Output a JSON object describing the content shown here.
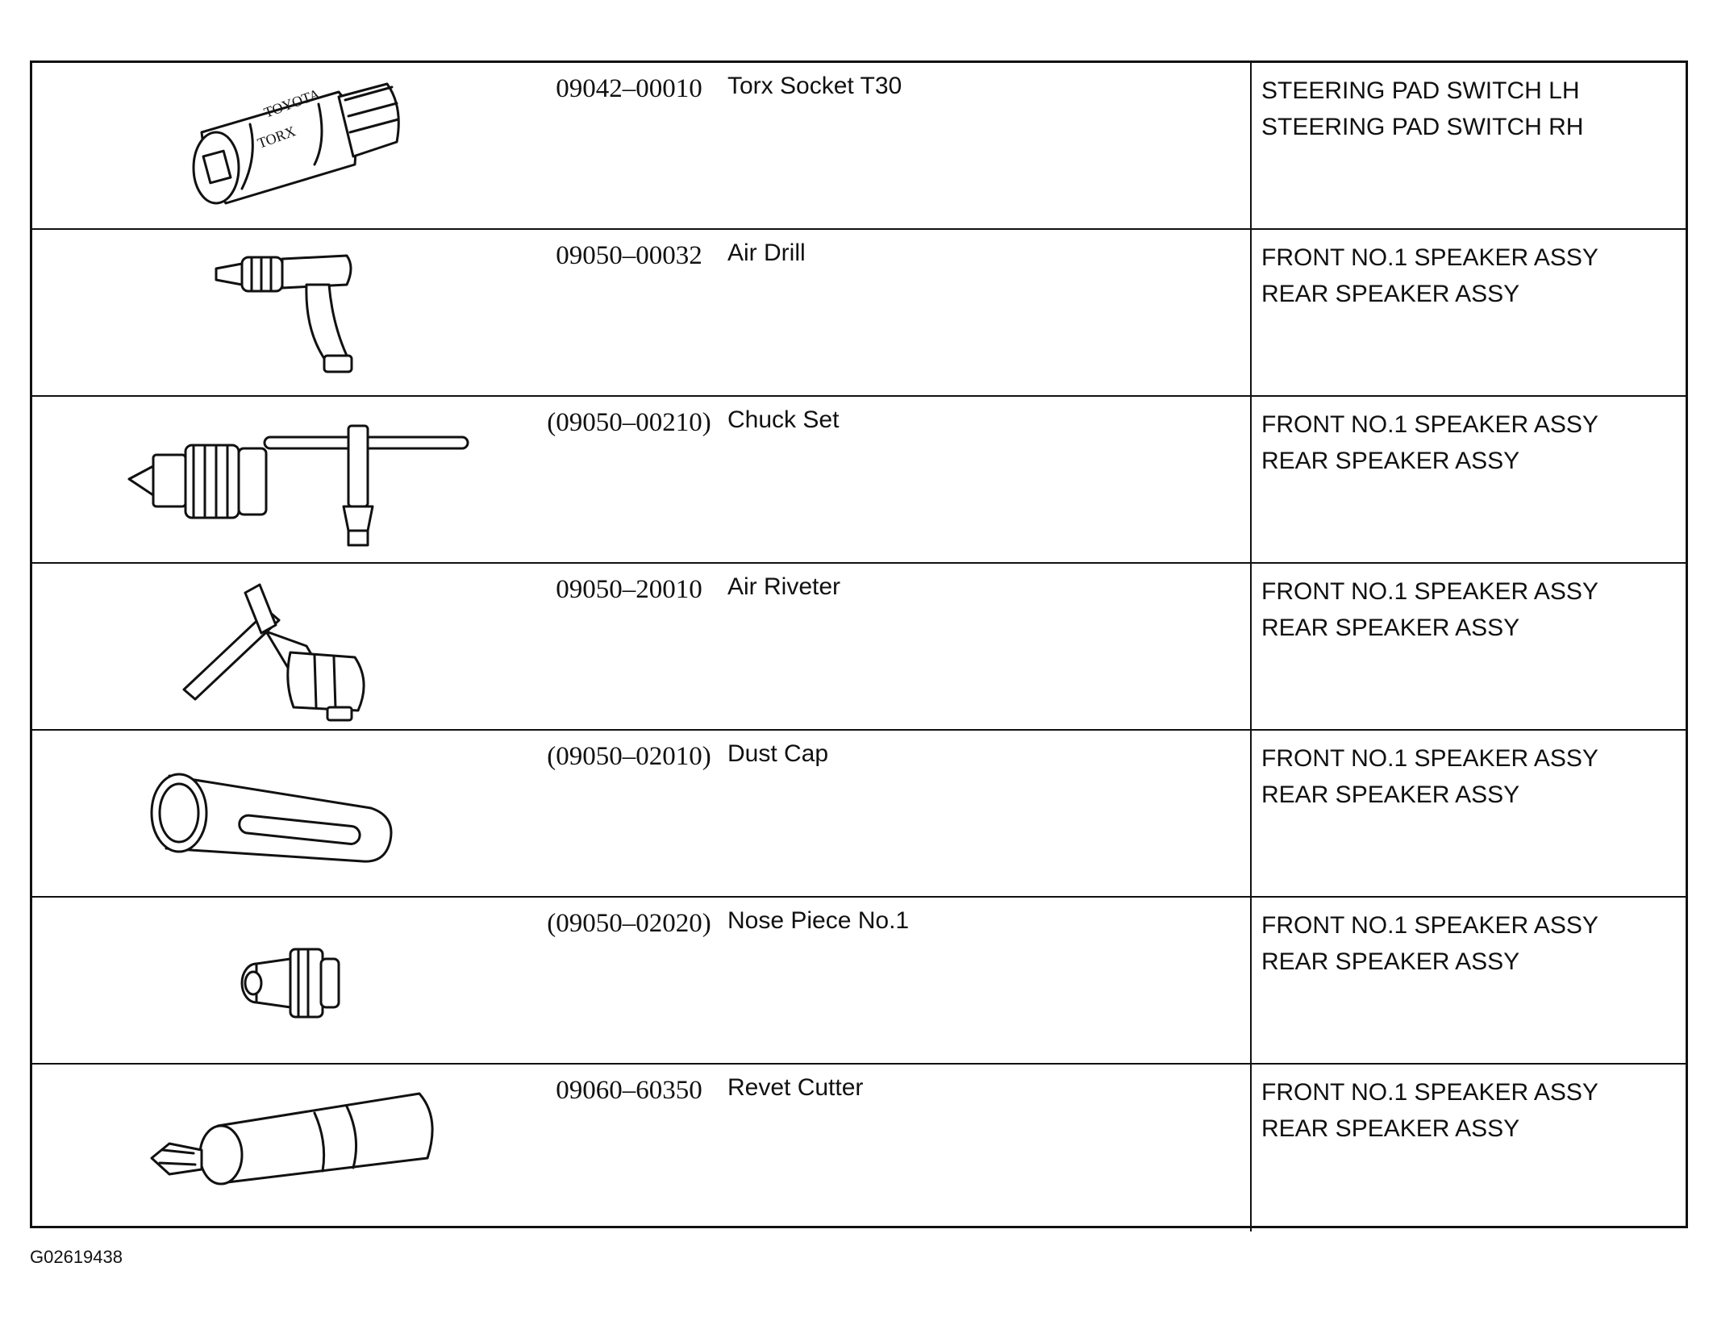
{
  "figure_code": "G02619438",
  "rows": [
    {
      "part_no": "09042–00010",
      "name": "Torx Socket T30",
      "uses": [
        "STEERING PAD SWITCH LH",
        "STEERING PAD SWITCH RH"
      ],
      "icon": "torx-socket-icon",
      "stamp": [
        "TOYOTA",
        "TORX"
      ]
    },
    {
      "part_no": "09050–00032",
      "name": "Air Drill",
      "uses": [
        "FRONT NO.1 SPEAKER ASSY",
        "REAR SPEAKER ASSY"
      ],
      "icon": "air-drill-icon"
    },
    {
      "part_no": "(09050–00210)",
      "name": "Chuck Set",
      "uses": [
        "FRONT NO.1 SPEAKER ASSY",
        "REAR SPEAKER ASSY"
      ],
      "icon": "chuck-set-icon"
    },
    {
      "part_no": "09050–20010",
      "name": "Air Riveter",
      "uses": [
        "FRONT NO.1 SPEAKER ASSY",
        "REAR SPEAKER ASSY"
      ],
      "icon": "air-riveter-icon"
    },
    {
      "part_no": "(09050–02010)",
      "name": "Dust Cap",
      "uses": [
        "FRONT NO.1 SPEAKER ASSY",
        "REAR SPEAKER ASSY"
      ],
      "icon": "dust-cap-icon"
    },
    {
      "part_no": "(09050–02020)",
      "name": "Nose Piece No.1",
      "uses": [
        "FRONT NO.1 SPEAKER ASSY",
        "REAR SPEAKER ASSY"
      ],
      "icon": "nose-piece-icon"
    },
    {
      "part_no": "09060–60350",
      "name": "Revet Cutter",
      "uses": [
        "FRONT NO.1 SPEAKER ASSY",
        "REAR SPEAKER ASSY"
      ],
      "icon": "rivet-cutter-icon"
    }
  ]
}
